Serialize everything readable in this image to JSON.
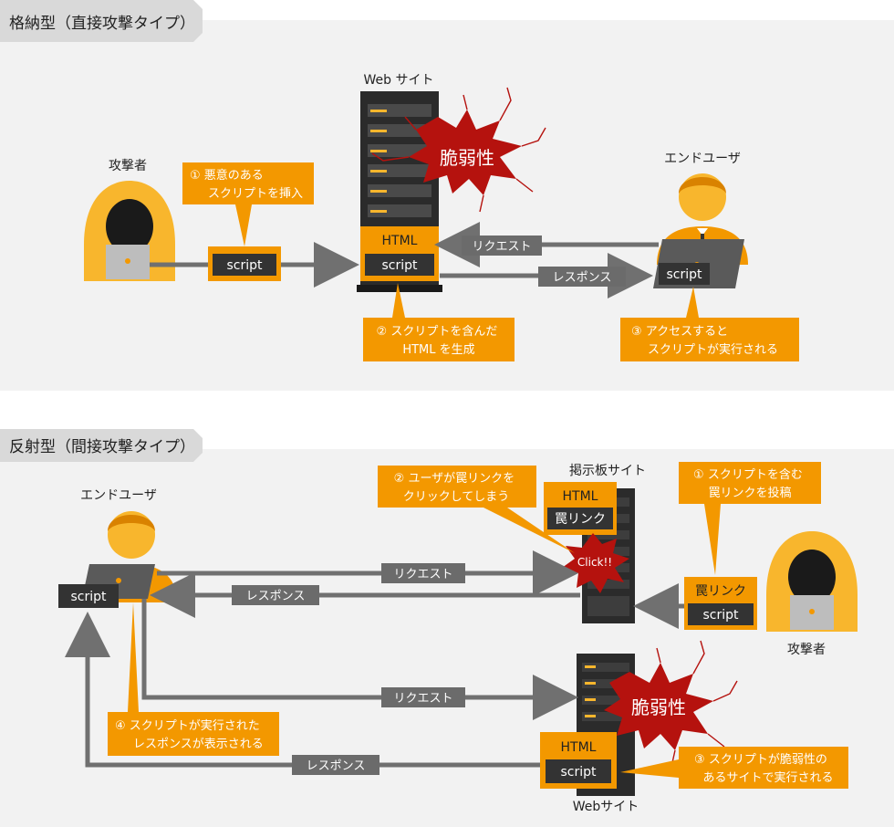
{
  "sections": {
    "stored": {
      "header": "格納型（直接攻撃タイプ）"
    },
    "reflected": {
      "header": "反射型（間接攻撃タイプ）"
    }
  },
  "stored": {
    "site_label": "Web サイト",
    "vuln_label": "脆弱性",
    "attacker_label": "攻撃者",
    "enduser_label": "エンドユーザ",
    "html_label": "HTML",
    "script_label": "script",
    "step1": [
      "① 悪意のある",
      "スクリプトを挿入"
    ],
    "step2": [
      "② スクリプトを含んだ",
      "HTML を生成"
    ],
    "step3": [
      "③ アクセスすると",
      "スクリプトが実行される"
    ],
    "request_label": "リクエスト",
    "response_label": "レスポンス"
  },
  "reflected": {
    "board_label": "掲示板サイト",
    "web_label": "Webサイト",
    "vuln_label": "脆弱性",
    "enduser_label": "エンドユーザ",
    "attacker_label": "攻撃者",
    "html_label": "HTML",
    "trap_label": "罠リンク",
    "script_label": "script",
    "click_label": "Click!!",
    "step1": [
      "① スクリプトを含む",
      "罠リンクを投稿"
    ],
    "step2": [
      "② ユーザが罠リンクを",
      "クリックしてしまう"
    ],
    "step3": [
      "③ スクリプトが脆弱性の",
      "あるサイトで実行される"
    ],
    "step4": [
      "④ スクリプトが実行された",
      "レスポンスが表示される"
    ],
    "request_label": "リクエスト",
    "response_label": "レスポンス"
  },
  "colors": {
    "orange": "#f39800",
    "orange_light": "#f8b62d",
    "dark": "#333333",
    "gray_arrow": "#707070",
    "panel_bg": "#f2f2f2",
    "header_bg": "#d9d9d9",
    "vuln_red": "#b5120e"
  }
}
